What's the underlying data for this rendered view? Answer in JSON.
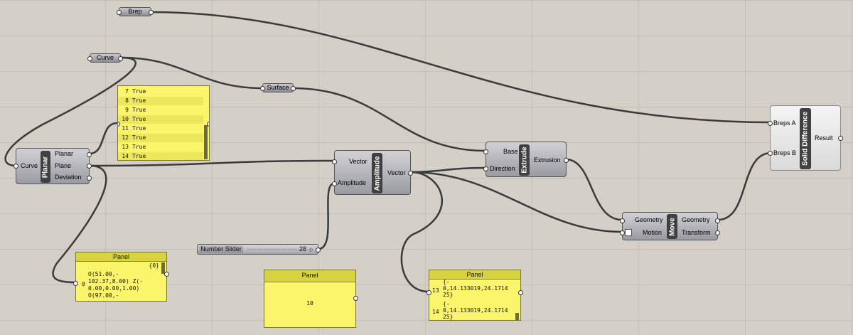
{
  "params": {
    "brep": "Brep",
    "curve": "Curve",
    "surface": "Surface"
  },
  "planar": {
    "input": "Curve",
    "nickname": "Planar",
    "outputs": [
      "Planar",
      "Plane",
      "Deviation"
    ]
  },
  "amplitude": {
    "inputs": [
      "Vector",
      "Amplitude"
    ],
    "nickname": "Amplitude",
    "output": "Vector"
  },
  "extrude": {
    "inputs": [
      "Base",
      "Direction"
    ],
    "nickname": "Extrude",
    "output": "Extrusion"
  },
  "move": {
    "inputs": [
      "Geometry",
      "Motion"
    ],
    "nickname": "Move",
    "outputs": [
      "Geometry",
      "Transform"
    ]
  },
  "solid_difference": {
    "inputs": [
      "Breps A",
      "Breps B"
    ],
    "nickname": "Solid Difference",
    "output": "Result"
  },
  "slider": {
    "name": "Number Slider",
    "value": "28"
  },
  "bool_panel": {
    "rows": [
      {
        "index": "7",
        "value": "True"
      },
      {
        "index": "8",
        "value": "True"
      },
      {
        "index": "9",
        "value": "True"
      },
      {
        "index": "10",
        "value": "True"
      },
      {
        "index": "11",
        "value": "True"
      },
      {
        "index": "12",
        "value": "True"
      },
      {
        "index": "13",
        "value": "True"
      },
      {
        "index": "14",
        "value": "True"
      }
    ]
  },
  "plane_panel": {
    "title": "Panel",
    "path": "{0}",
    "index": "0",
    "lines": [
      "O(51.00,-",
      "102.37,8.00) Z(-",
      "0.00,0.00,1.00)",
      "O(97.00,-"
    ]
  },
  "number_panel": {
    "title": "Panel",
    "value": "10"
  },
  "vector_panel": {
    "title": "Panel",
    "rows": [
      {
        "index": "13",
        "lines": [
          "{-",
          "0,14.133019,24.1714",
          "25}"
        ]
      },
      {
        "index": "14",
        "lines": [
          "{-",
          "0,14.133019,24.1714",
          "25}"
        ]
      }
    ]
  }
}
